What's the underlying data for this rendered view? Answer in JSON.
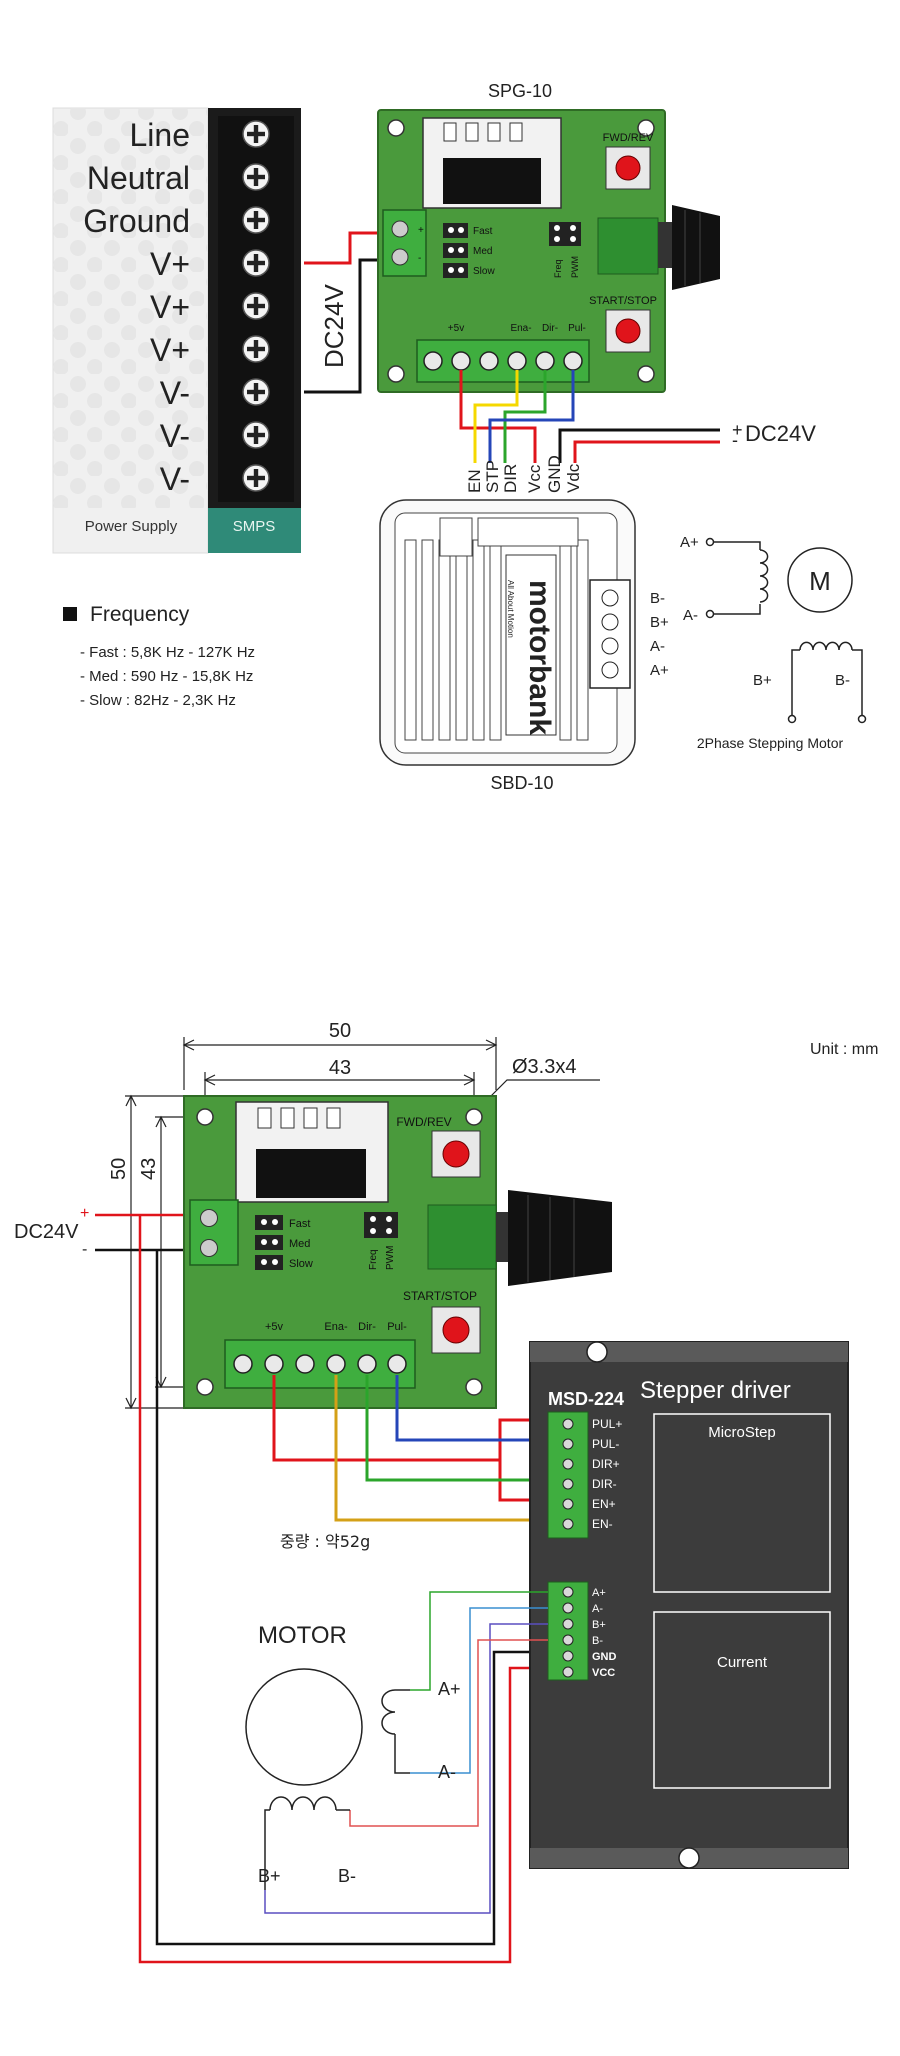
{
  "top": {
    "psu_terminals": [
      "Line",
      "Neutral",
      "Ground",
      "V+",
      "V+",
      "V+",
      "V-",
      "V-",
      "V-"
    ],
    "psu_label": "Power Supply",
    "psu_strip_label": "SMPS",
    "spg_title": "SPG-10",
    "fwd_rev": "FWD/REV",
    "start_stop": "START/STOP",
    "jumpers": [
      "Fast",
      "Med",
      "Slow"
    ],
    "jumpers2": [
      "Freq",
      "PWM"
    ],
    "pins": [
      "+5v",
      "Ena-",
      "Dir-",
      "Pul-"
    ],
    "dc_label": "DC24V",
    "supply_label": "DC24V",
    "supply_plus": "+",
    "supply_minus": "-",
    "driver_pins": [
      "EN",
      "STP",
      "DIR",
      "Vcc",
      "GND",
      "Vdc"
    ],
    "sbd_title": "SBD-10",
    "sbd_logo": "motorbank",
    "sbd_sub": "All About Motion",
    "sbd_coil_pins": [
      "B-",
      "B+",
      "A-",
      "A+"
    ],
    "motor_a_plus": "A+",
    "motor_a_minus": "A-",
    "motor_b_plus": "B+",
    "motor_b_minus": "B-",
    "motor_m": "M",
    "motor_caption": "2Phase Stepping Motor",
    "freq_title": "Frequency",
    "freq_lines": [
      "- Fast  : 5,8K Hz - 127K Hz",
      "- Med : 590 Hz - 15,8K Hz",
      "- Slow :    82Hz - 2,3K Hz"
    ]
  },
  "bottom": {
    "unit": "Unit : mm",
    "dim_50_top": "50",
    "dim_43_top": "43",
    "dim_hole": "Ø3.3x4",
    "dim_50_side": "50",
    "dim_43_side": "43",
    "dc_label": "DC24V",
    "dc_plus": "+",
    "dc_minus": "-",
    "fwd_rev": "FWD/REV",
    "start_stop": "START/STOP",
    "jumpers": [
      "Fast",
      "Med",
      "Slow"
    ],
    "jumpers2": [
      "Freq",
      "PWM"
    ],
    "pins": [
      "+5v",
      "Ena-",
      "Dir-",
      "Pul-"
    ],
    "msd_model": "MSD-224",
    "msd_title": "Stepper driver",
    "signal_pins": [
      "PUL+",
      "PUL-",
      "DIR+",
      "DIR-",
      "EN+",
      "EN-"
    ],
    "power_pins": [
      "A+",
      "A-",
      "B+",
      "B-",
      "GND",
      "VCC"
    ],
    "microstep": "MicroStep",
    "current": "Current",
    "weight": "중량 : 약52g",
    "motor_title": "MOTOR",
    "motor_a_plus": "A+",
    "motor_a_minus": "A-",
    "motor_b_plus": "B+",
    "motor_b_minus": "B-"
  },
  "colors": {
    "pcb": "#4a9a3c",
    "pcb_dark": "#2f6b25",
    "red_wire": "#e0141b",
    "yellow_wire": "#f5d800",
    "blue_wire": "#2546b8",
    "green_wire": "#2ba52b",
    "black_wire": "#111111",
    "gold_wire": "#d4a017",
    "driver_body": "#3c3c3c",
    "smps_strip": "#2f8a78"
  }
}
